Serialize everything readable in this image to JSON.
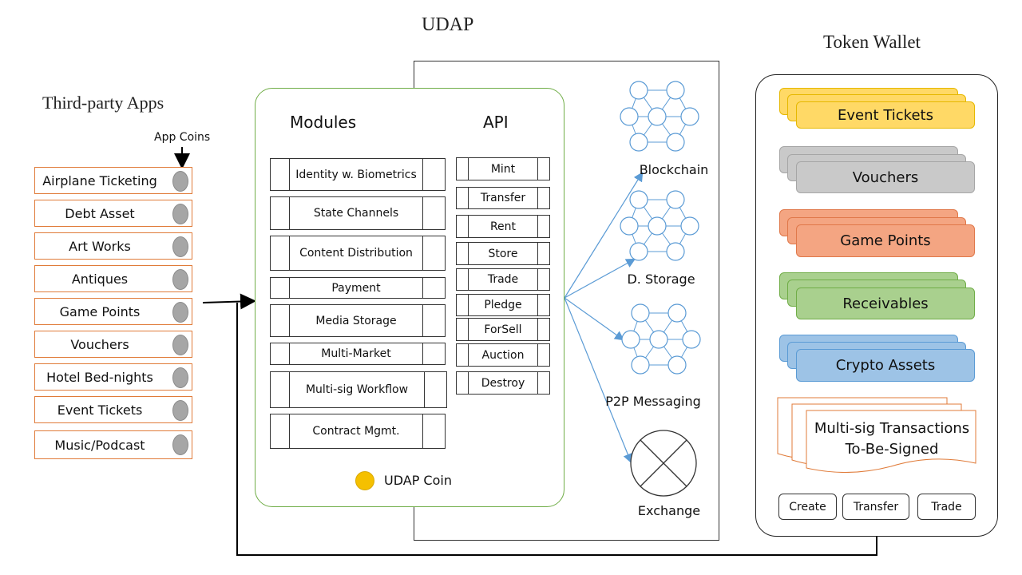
{
  "titles": {
    "udap": "UDAP",
    "token_wallet": "Token Wallet",
    "third_party": "Third-party Apps",
    "app_coins": "App Coins",
    "modules": "Modules",
    "api": "API",
    "udap_coin": "UDAP Coin"
  },
  "apps": [
    "Airplane Ticketing",
    "Debt Asset",
    "Art Works",
    "Antiques",
    "Game Points",
    "Vouchers",
    "Hotel Bed-nights",
    "Event Tickets",
    "Music/Podcast"
  ],
  "modules": [
    "Identity w. Biometrics",
    "State Channels",
    "Content Distribution",
    "Payment",
    "Media Storage",
    "Multi-Market",
    "Multi-sig Workflow",
    "Contract Mgmt."
  ],
  "api_items": [
    "Mint",
    "Transfer",
    "Rent",
    "Store",
    "Trade",
    "Pledge",
    "ForSell",
    "Auction",
    "Destroy"
  ],
  "networks": [
    "Blockchain",
    "D. Storage",
    "P2P Messaging",
    "Exchange"
  ],
  "wallet": {
    "cards": [
      "Event Tickets",
      "Vouchers",
      "Game Points",
      "Receivables",
      "Crypto Assets"
    ],
    "multisig_line1": "Multi-sig Transactions",
    "multisig_line2": "To-Be-Signed",
    "buttons": [
      "Create",
      "Transfer",
      "Trade"
    ]
  },
  "colors": {
    "app_border": "#E07B39",
    "udap_panel_border": "#70AD47",
    "arrow_blue": "#5B9BD5",
    "coin_gold": "#F5C000",
    "card_yellow": "#FFD966",
    "card_gray": "#C9C9C9",
    "card_orange": "#F4A582",
    "card_green": "#A9D08E",
    "card_blue": "#9DC3E6"
  }
}
